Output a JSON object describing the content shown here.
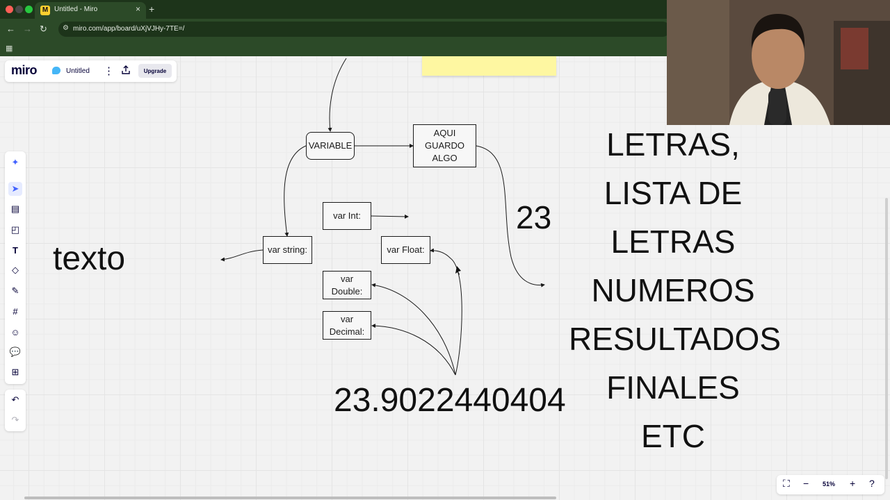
{
  "browser": {
    "tab_title": "Untitled - Miro",
    "tab_favicon_letter": "M",
    "new_tab": "+",
    "tab_close": "×",
    "url": "miro.com/app/board/uXjVJHy-7TE=/"
  },
  "board_header": {
    "logo": "miro",
    "board_name": "Untitled",
    "upgrade_label": "Upgrade"
  },
  "toolbar": {
    "tools": [
      "ai-icon",
      "select-icon",
      "templates-icon",
      "sticky-note-icon",
      "text-icon",
      "shapes-icon",
      "pen-icon",
      "frame-icon",
      "sticker-icon",
      "comment-icon",
      "more-icon"
    ],
    "undo": "↶",
    "redo": "↷"
  },
  "zoom": {
    "level": "51%"
  },
  "board": {
    "shapes": {
      "variable": "VARIABLE",
      "aqui_line1": "AQUI",
      "aqui_line2": "GUARDO",
      "aqui_line3": "ALGO",
      "var_int": "var Int:",
      "var_string": "var string:",
      "var_float": "var Float:",
      "var_double_line1": "var",
      "var_double_line2": "Double:",
      "var_decimal_line1": "var",
      "var_decimal_line2": "Decimal:"
    },
    "texts": {
      "texto": "texto",
      "num_23": "23",
      "decimal_number": "23.9022440404",
      "list_line1": "LETRAS,",
      "list_line2": "LISTA DE",
      "list_line3": "LETRAS",
      "list_line4": "NUMEROS",
      "list_line5": "RESULTADOS",
      "list_line6": "FINALES",
      "list_line7": "ETC"
    }
  },
  "colors": {
    "chrome_bg": "#1f3a1c",
    "sticky": "#fef7a1",
    "miro_brand": "#050038"
  }
}
